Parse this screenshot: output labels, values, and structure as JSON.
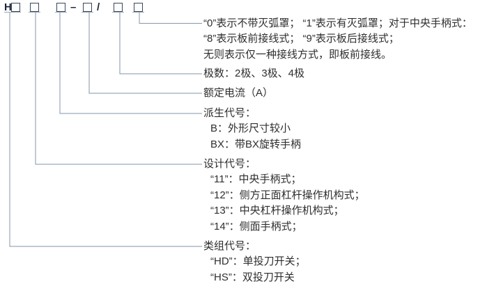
{
  "colors": {
    "background": "#ffffff",
    "text": "#2e2e2e",
    "connector_line": "#8295ab",
    "box_border": "#37475c",
    "underline": "#98a5b4"
  },
  "model_code": {
    "class_letter": "H",
    "dash": "–",
    "slash": "/"
  },
  "annotations": {
    "arc_cover": {
      "line1": "“0”表示不带灭弧罩； “1”表示有灭弧罩；对于中央手柄式：",
      "line2": "“8”表示板前接线式； “9”表示板后接线式；",
      "line3": "无则表示仅一种接线方式，即板前接线。"
    },
    "poles": {
      "line1": "极数：2极、3极、4极"
    },
    "rated_current": {
      "line1": "额定电流（A）"
    },
    "derived_code": {
      "title": "派生代号：",
      "item_b": "B：外形尺寸较小",
      "item_bx": "BX：带BX旋转手柄"
    },
    "design_code": {
      "title": "设计代号：",
      "item_11": "“11”：中央手柄式；",
      "item_12": "“12”：侧方正面杠杆操作机构式；",
      "item_13": "“13”：中央杠杆操作机构式；",
      "item_14": "“14”：侧面手柄式；"
    },
    "class_group_code": {
      "title": "类组代号：",
      "item_hd": "“HD”：单投刀开关；",
      "item_hs": "“HS”：双投刀开关"
    }
  }
}
